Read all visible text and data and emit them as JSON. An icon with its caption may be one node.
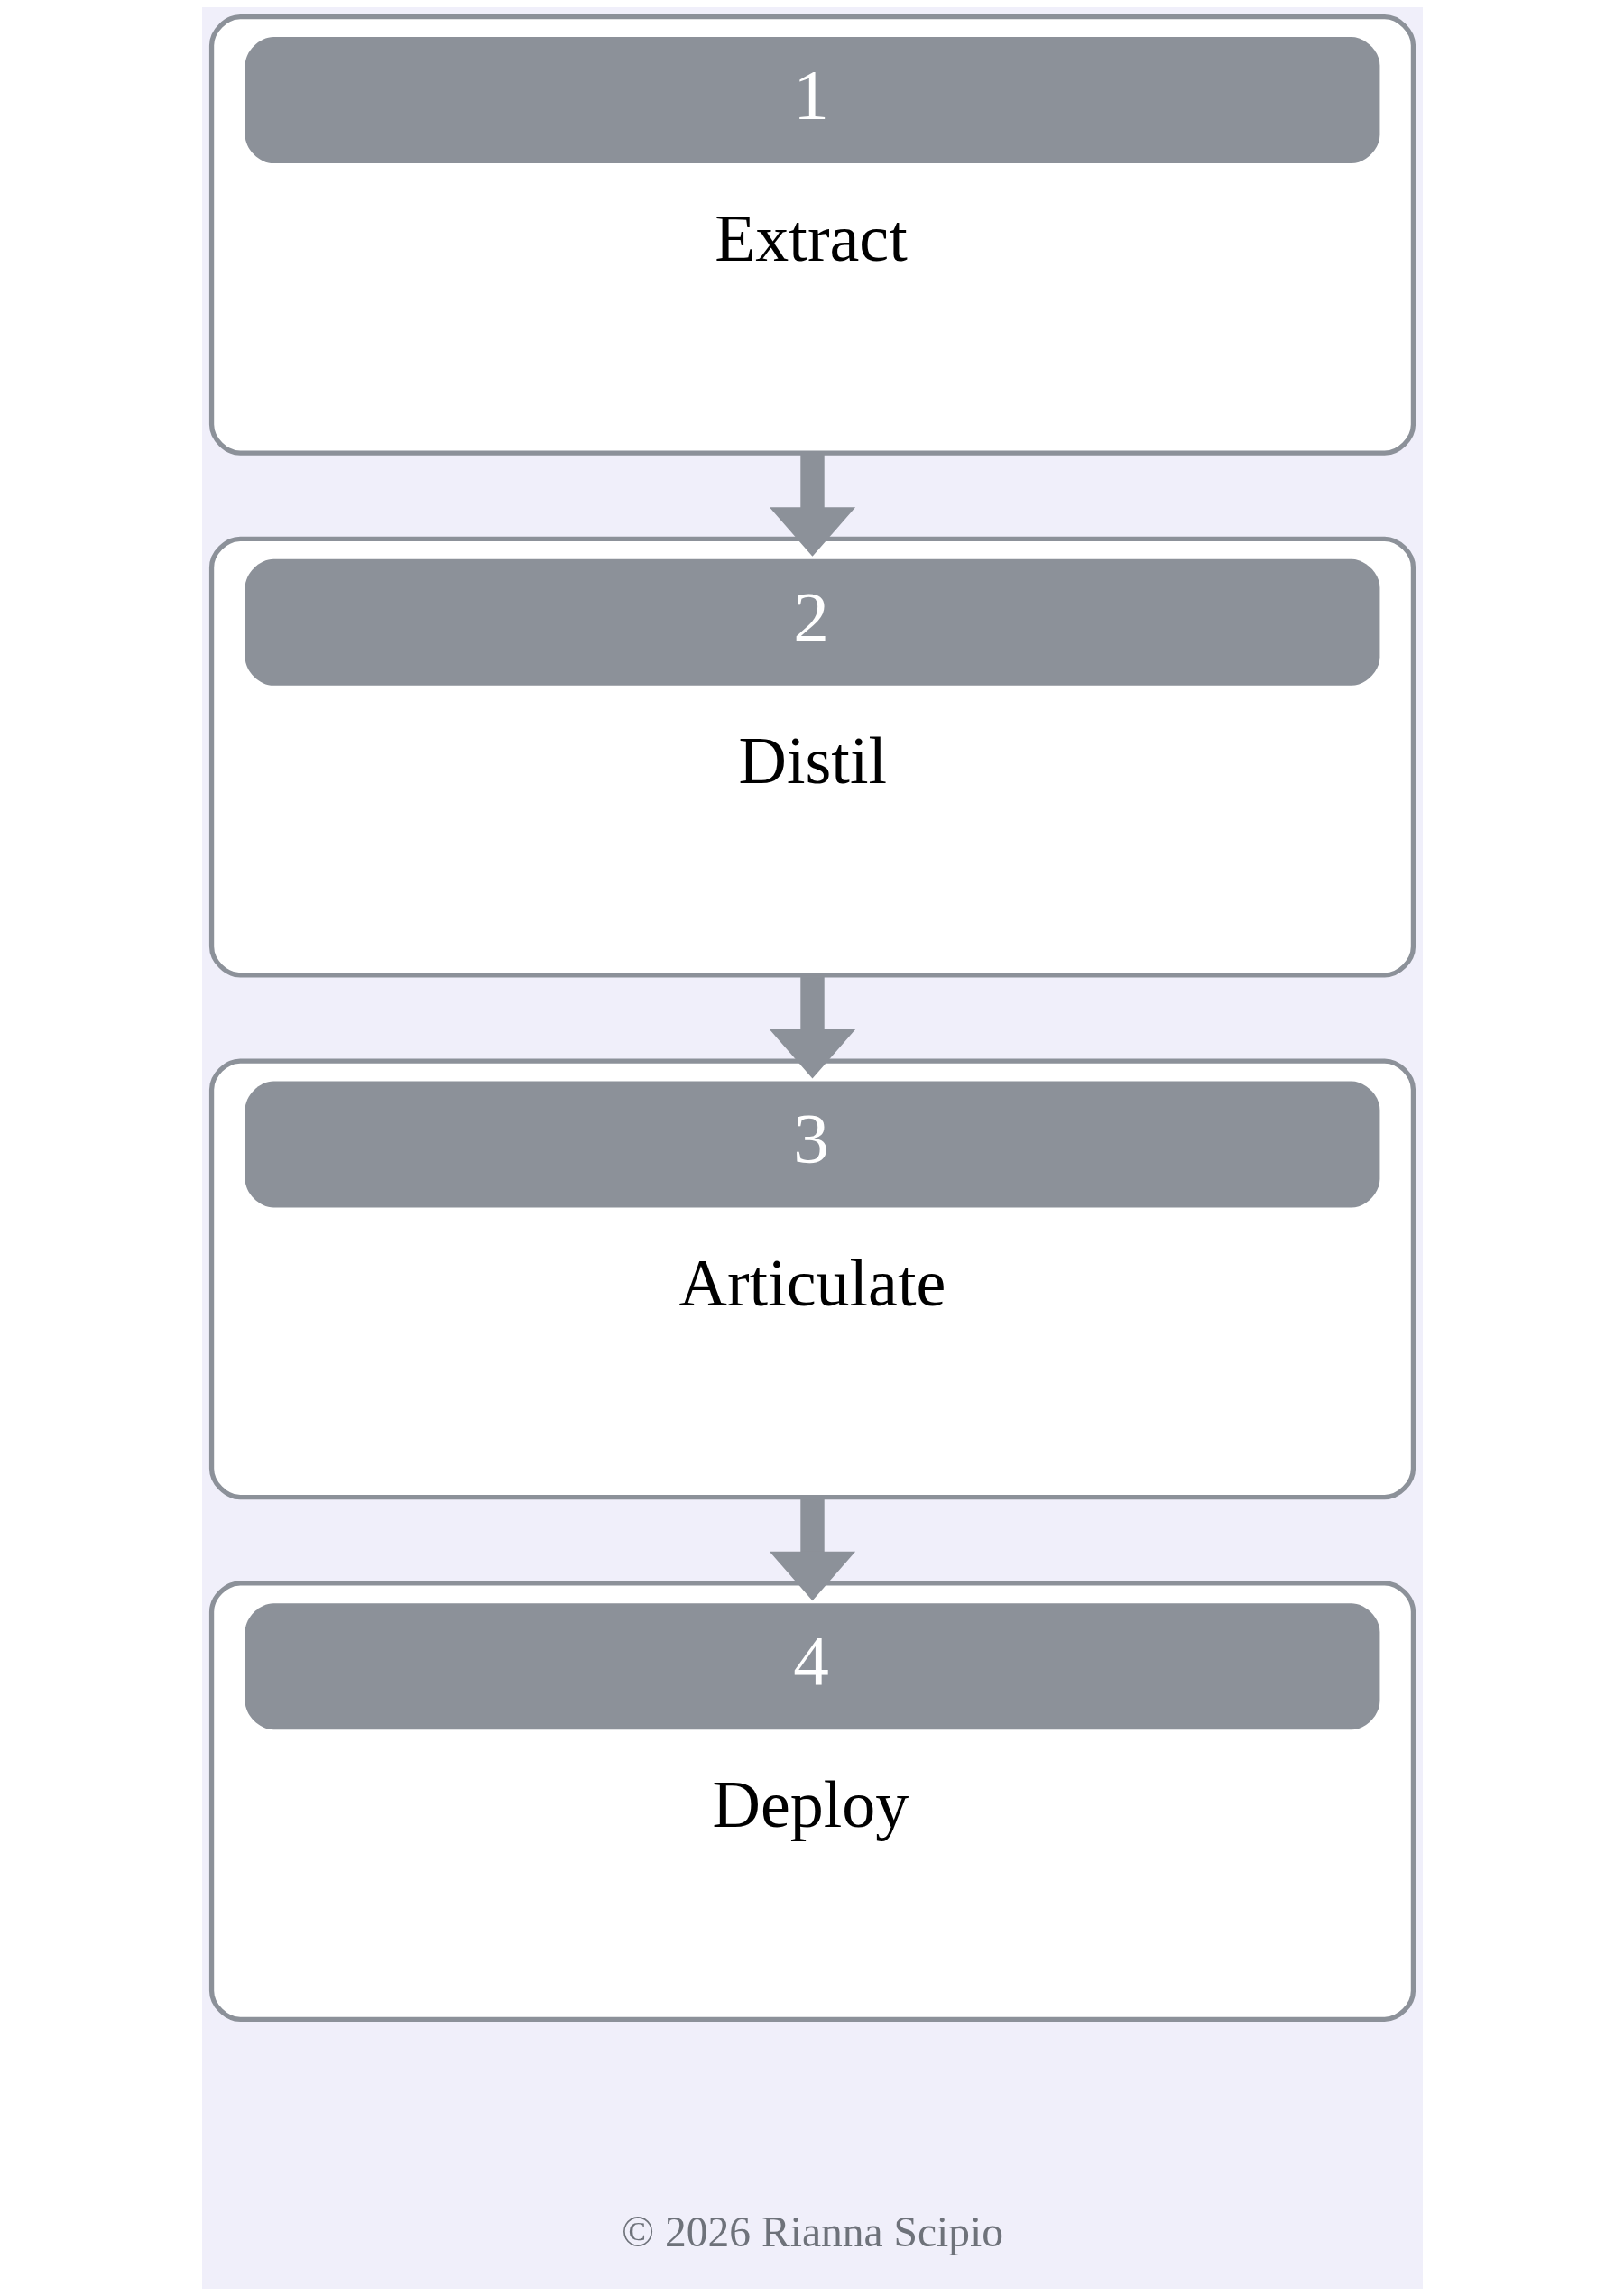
{
  "diagram": {
    "nodes": [
      {
        "text": [
          "1",
          "Extract"
        ]
      },
      {
        "text": [
          "2",
          "Distil"
        ]
      },
      {
        "text": [
          "3",
          "Articulate"
        ]
      },
      {
        "text": [
          "4",
          "Deploy"
        ]
      }
    ],
    "edges": [
      {
        "from": 0,
        "to": 1,
        "arrow": "to"
      },
      {
        "from": 1,
        "to": 2,
        "arrow": "to"
      },
      {
        "from": 2,
        "to": 3,
        "arrow": "to"
      }
    ],
    "labels": [
      "© 2026 Rianna Scipio"
    ]
  }
}
